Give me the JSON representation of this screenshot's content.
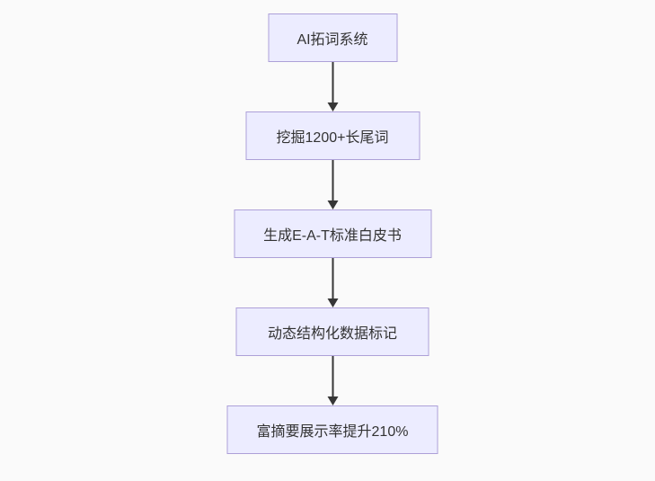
{
  "diagram": {
    "type": "flowchart",
    "direction": "top-down",
    "nodes": [
      {
        "id": "n1",
        "label": "AI拓词系统"
      },
      {
        "id": "n2",
        "label": "挖掘1200+长尾词"
      },
      {
        "id": "n3",
        "label": "生成E-A-T标准白皮书"
      },
      {
        "id": "n4",
        "label": "动态结构化数据标记"
      },
      {
        "id": "n5",
        "label": "富摘要展示率提升210%"
      }
    ],
    "edges": [
      {
        "from": "n1",
        "to": "n2"
      },
      {
        "from": "n2",
        "to": "n3"
      },
      {
        "from": "n3",
        "to": "n4"
      },
      {
        "from": "n4",
        "to": "n5"
      }
    ],
    "colors": {
      "background": "#fafafa",
      "node_fill": "#ECECFF",
      "node_border": "#ada0d8",
      "arrow": "#363636",
      "text": "#333333"
    }
  }
}
